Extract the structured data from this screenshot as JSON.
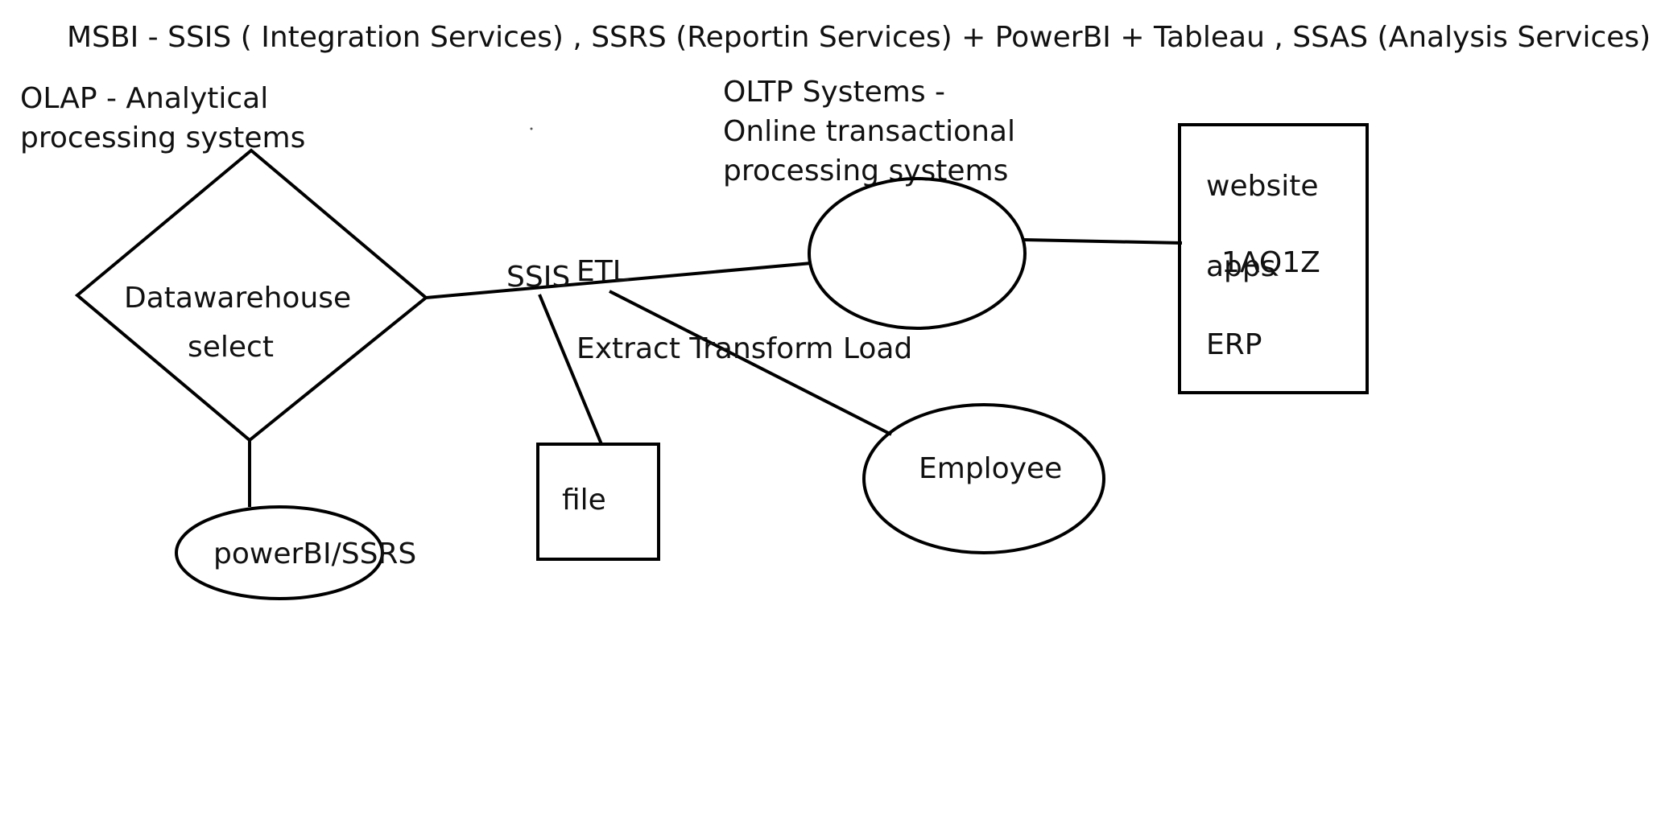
{
  "header": {
    "title": "MSBI - SSIS ( Integration Services) , SSRS (Reportin Services) + PowerBI + Tableau  , SSAS (Analysis Services)"
  },
  "olap_note": {
    "line1": "OLAP - Analytical",
    "line2": "processing systems"
  },
  "oltp_note": {
    "line1": "OLTP Systems -",
    "line2": "Online transactional",
    "line3": "processing systems"
  },
  "nodes": {
    "datawarehouse": {
      "label1": "Datawarehouse",
      "label2": "select"
    },
    "powerbi": {
      "label": "powerBI/SSRS"
    },
    "file": {
      "label": "file"
    },
    "employee": {
      "label": "Employee"
    },
    "sources": {
      "item1": "website",
      "item2": "apps",
      "overlay": "1AQ1Z",
      "item3": "ERP"
    }
  },
  "edge_labels": {
    "ssis": "SSIS",
    "etl": "ETL",
    "etl_expanded": "Extract Transform Load"
  }
}
